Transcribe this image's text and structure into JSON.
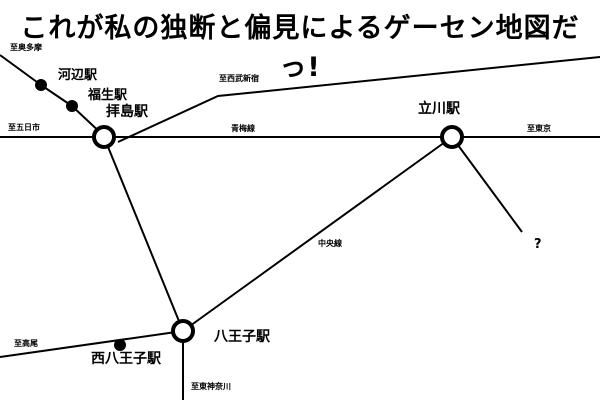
{
  "title": "これが私の独断と偏見によるゲーセン地図だっ!",
  "stations": {
    "kabe": "河辺駅",
    "fussa": "福生駅",
    "haijima": "拝島駅",
    "tachikawa": "立川駅",
    "hachioji": "八王子駅",
    "nishi_hachioji": "西八王子駅"
  },
  "directions": {
    "to_okutama": "至奥多摩",
    "to_seibu_shinjuku": "至西武新宿",
    "to_itsukaichi": "至五日市",
    "to_tokyo": "至東京",
    "to_takao": "至高尾",
    "to_higashi_kanagawa": "至東神奈川"
  },
  "lines": {
    "ome": "青梅線",
    "chuo": "中央線"
  },
  "unknown_mark": "?",
  "colors": {
    "ink": "#000000",
    "background": "#ffffff"
  }
}
